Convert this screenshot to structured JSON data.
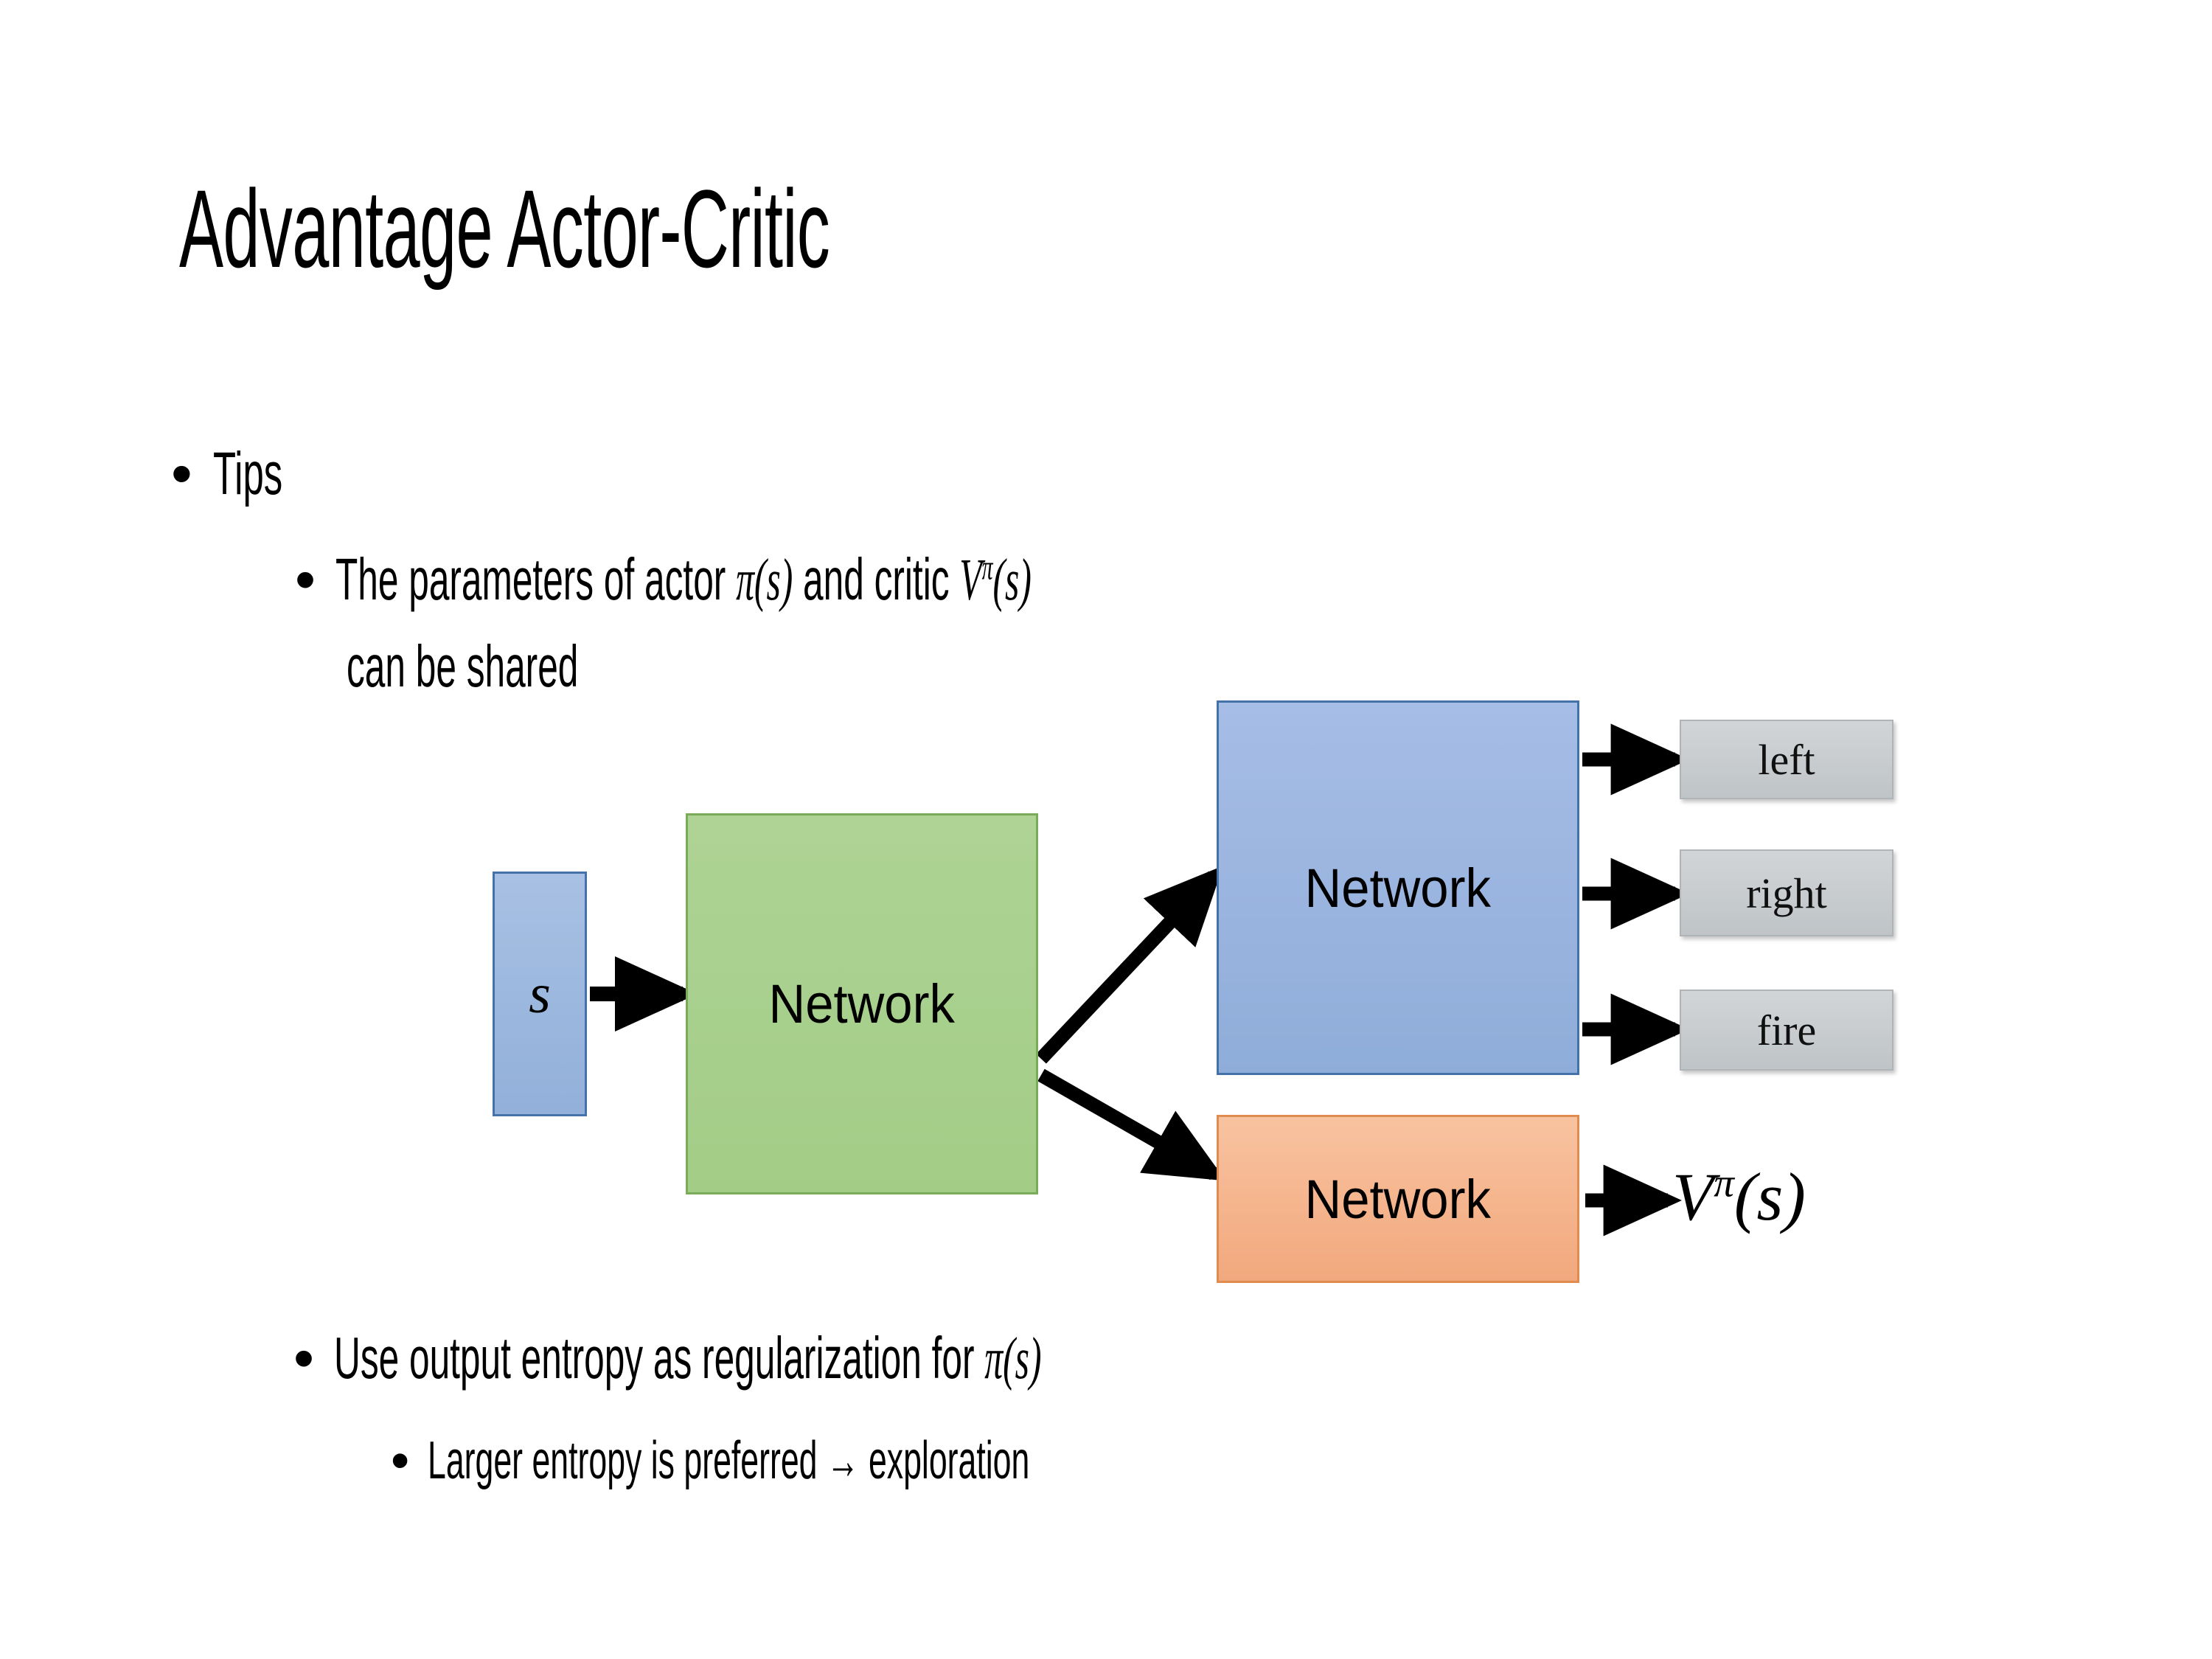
{
  "slide": {
    "title": "Advantage Actor-Critic",
    "background_color": "#ffffff"
  },
  "bullets": {
    "tips": "Tips",
    "shared_params": {
      "prefix": "The parameters of actor ",
      "math_actor_pi": "π",
      "math_actor_arg": "(s)",
      "middle": "  and critic ",
      "math_critic_V": "V",
      "math_critic_sup": "π",
      "math_critic_arg": "(s)",
      "wrap_line": "can be shared"
    },
    "entropy": {
      "prefix": "Use output entropy as regularization for ",
      "math_pi": "π",
      "math_arg": "(s)"
    },
    "exploration": "Larger entropy is preferred → exploration",
    "bullet_glyph": "•"
  },
  "diagram": {
    "state_box": {
      "label": "s",
      "fill": "#95b3d7",
      "border": "#4472a8"
    },
    "shared_network": {
      "label": "Network",
      "fill": "#a9d18e",
      "border": "#7aab5b"
    },
    "actor_network": {
      "label": "Network",
      "fill": "#95b3d7",
      "border": "#4472a8"
    },
    "critic_network": {
      "label": "Network",
      "fill": "#f4b183",
      "border": "#e08b4f"
    },
    "actions": [
      {
        "label": "left"
      },
      {
        "label": "right"
      },
      {
        "label": "fire"
      }
    ],
    "action_box_fill": "#c6cacc",
    "critic_output": {
      "symbol": "V",
      "superscript": "π",
      "argument": "(s)"
    },
    "arrow_color": "#000000"
  }
}
